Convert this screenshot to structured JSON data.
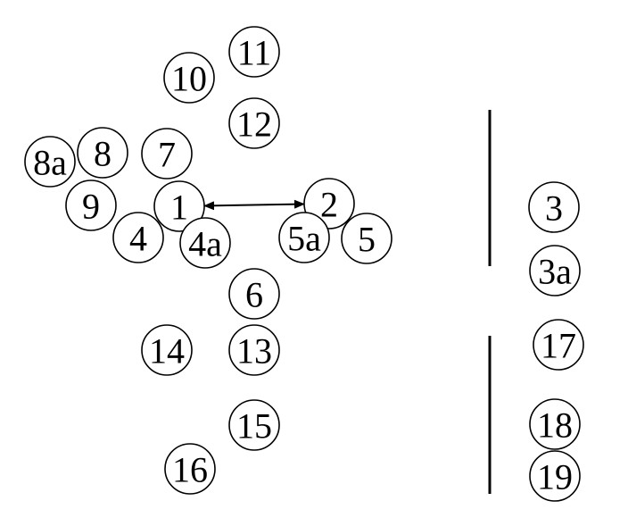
{
  "diagram": {
    "nodes": [
      {
        "id": "n11",
        "label": "11"
      },
      {
        "id": "n10",
        "label": "10"
      },
      {
        "id": "n12",
        "label": "12"
      },
      {
        "id": "n8a",
        "label": "8a"
      },
      {
        "id": "n8",
        "label": "8"
      },
      {
        "id": "n7",
        "label": "7"
      },
      {
        "id": "n9",
        "label": "9"
      },
      {
        "id": "n1",
        "label": "1"
      },
      {
        "id": "n2",
        "label": "2"
      },
      {
        "id": "n4",
        "label": "4"
      },
      {
        "id": "n4a",
        "label": "4a"
      },
      {
        "id": "n5a",
        "label": "5a"
      },
      {
        "id": "n5",
        "label": "5"
      },
      {
        "id": "n6",
        "label": "6"
      },
      {
        "id": "n14",
        "label": "14"
      },
      {
        "id": "n13",
        "label": "13"
      },
      {
        "id": "n15",
        "label": "15"
      },
      {
        "id": "n16",
        "label": "16"
      },
      {
        "id": "n3",
        "label": "3"
      },
      {
        "id": "n3a",
        "label": "3a"
      },
      {
        "id": "n17",
        "label": "17"
      },
      {
        "id": "n18",
        "label": "18"
      },
      {
        "id": "n19",
        "label": "19"
      }
    ],
    "edges": [
      {
        "from": "n1",
        "to": "n2",
        "style": "double-arrow"
      }
    ],
    "colors": {
      "stroke": "#000000",
      "fill": "#ffffff"
    }
  }
}
